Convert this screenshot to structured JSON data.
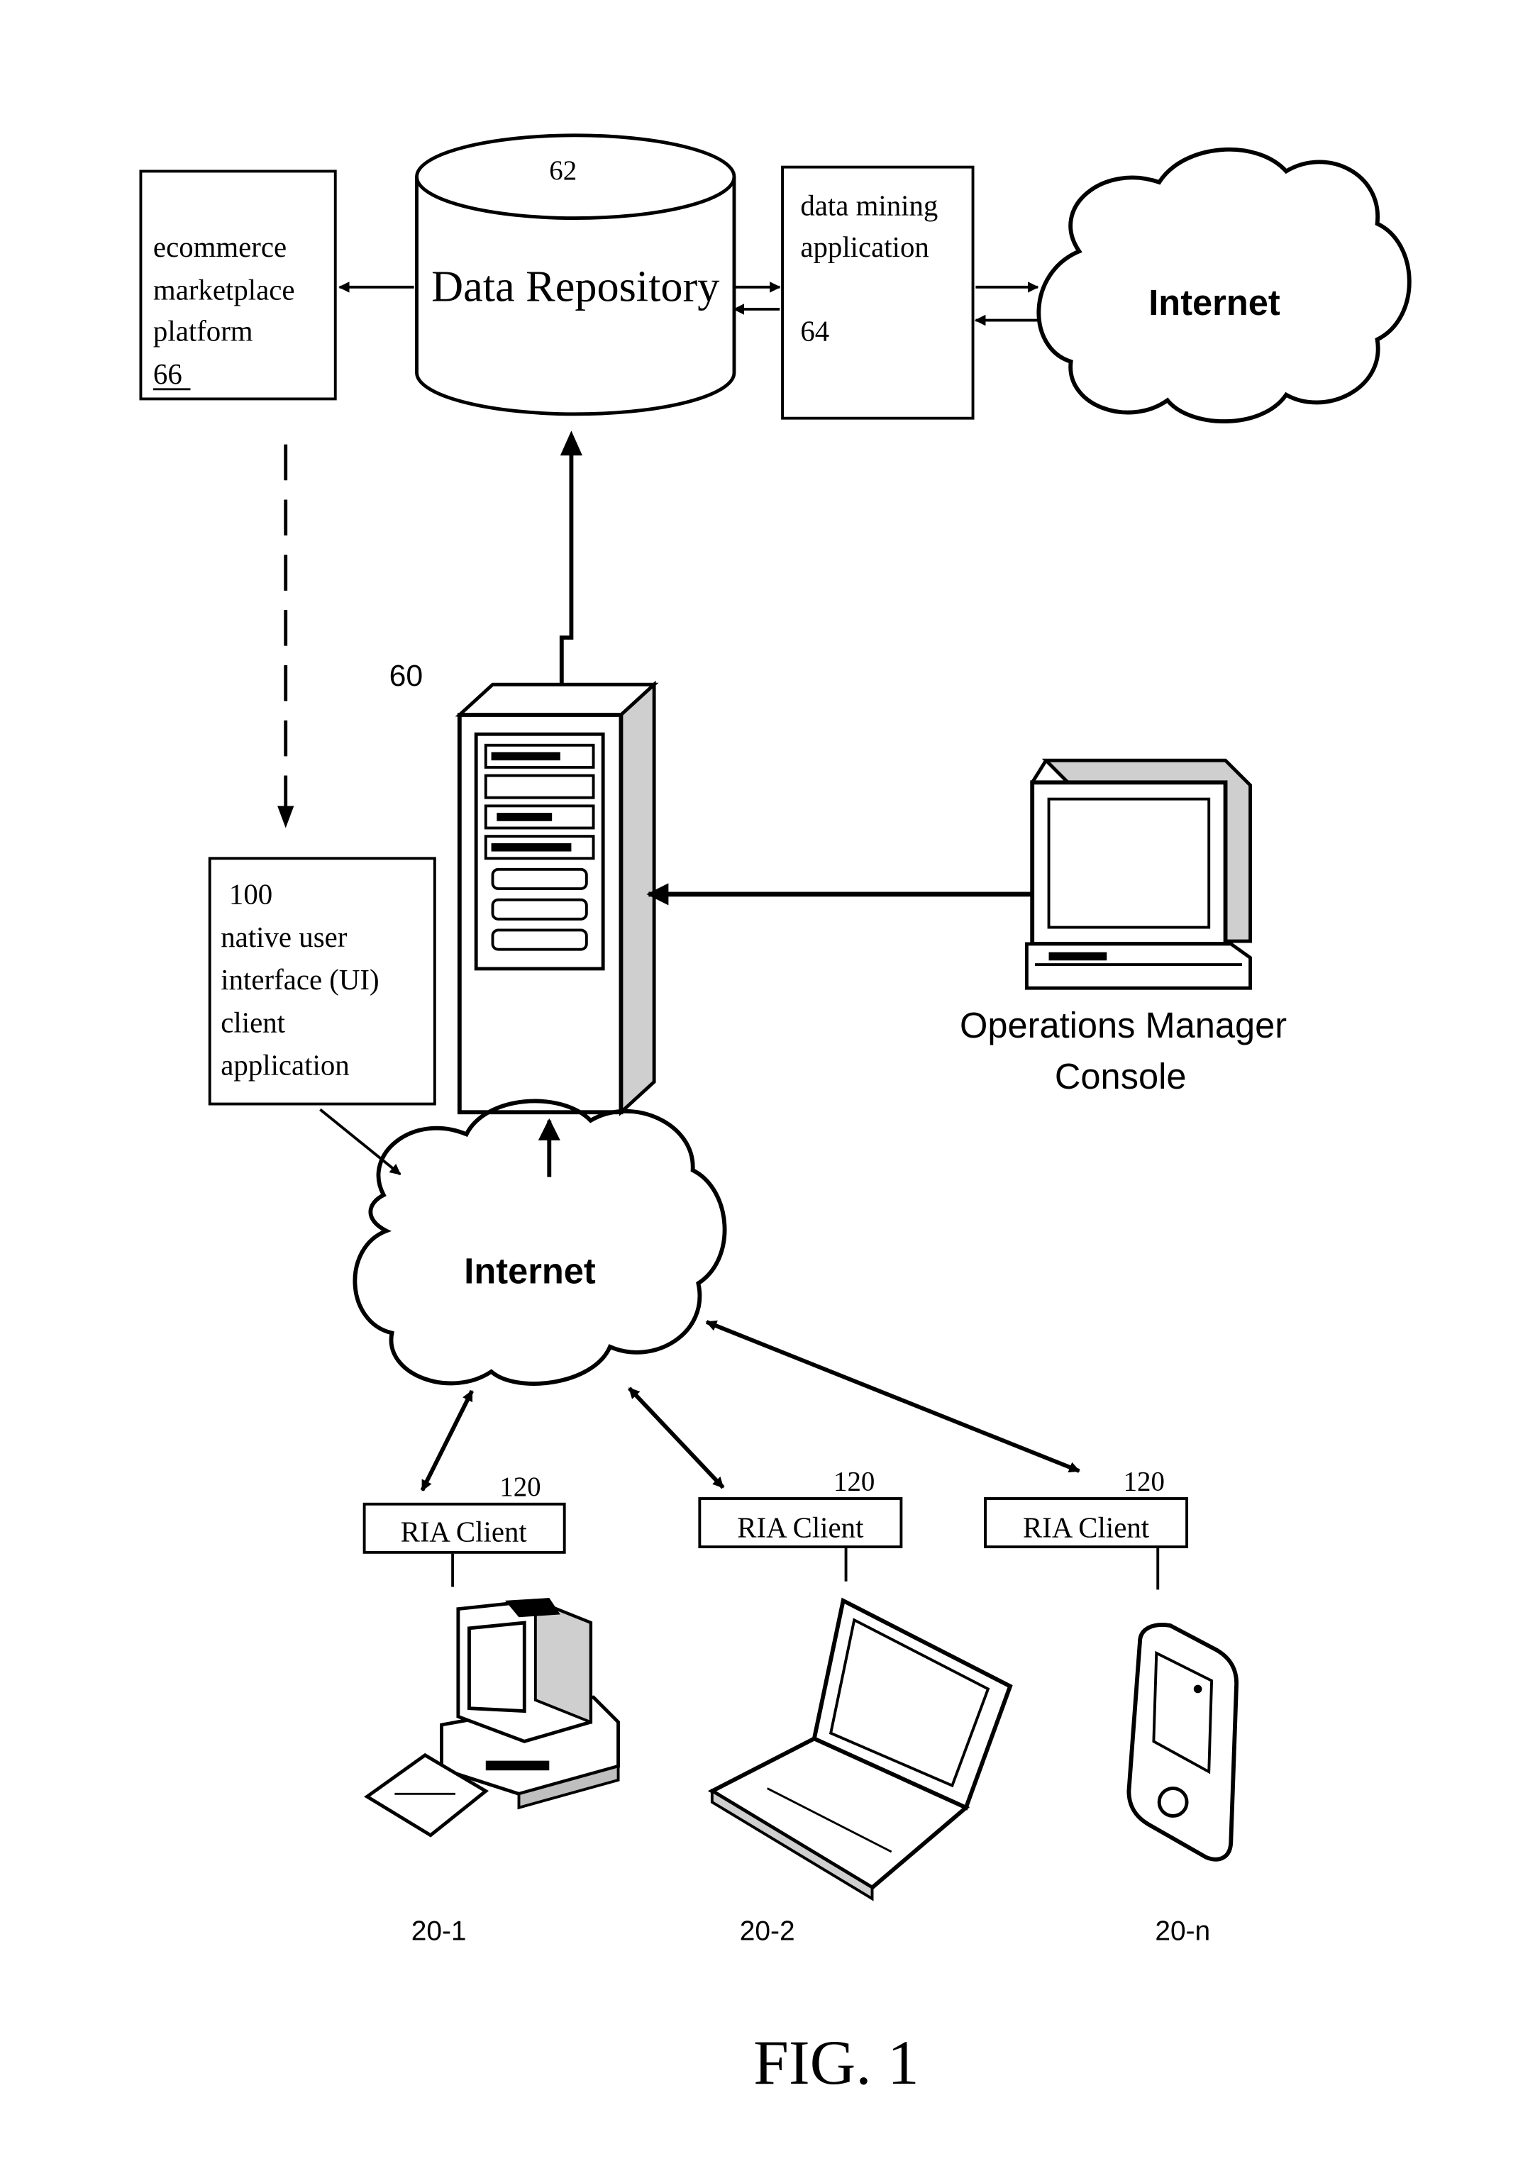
{
  "repository": {
    "number": "62",
    "label": "Data Repository"
  },
  "marketplace": {
    "lines": [
      "ecommerce",
      "marketplace",
      "platform"
    ],
    "number": "66"
  },
  "data_mining": {
    "lines": [
      "data mining",
      "application"
    ],
    "number": "64"
  },
  "internet_top": {
    "label": "Internet"
  },
  "internet_bottom": {
    "label": "Internet"
  },
  "server": {
    "number": "60"
  },
  "native_client": {
    "number": "100",
    "lines": [
      "native user",
      "interface (UI)",
      "client",
      "application"
    ]
  },
  "console": {
    "lines": [
      "Operations Manager",
      "Console"
    ]
  },
  "clients": [
    {
      "number": "120",
      "label": "RIA Client",
      "device": "20-1"
    },
    {
      "number": "120",
      "label": "RIA Client",
      "device": "20-2"
    },
    {
      "number": "120",
      "label": "RIA Client",
      "device": "20-n"
    }
  ],
  "figure_label": "FIG. 1"
}
